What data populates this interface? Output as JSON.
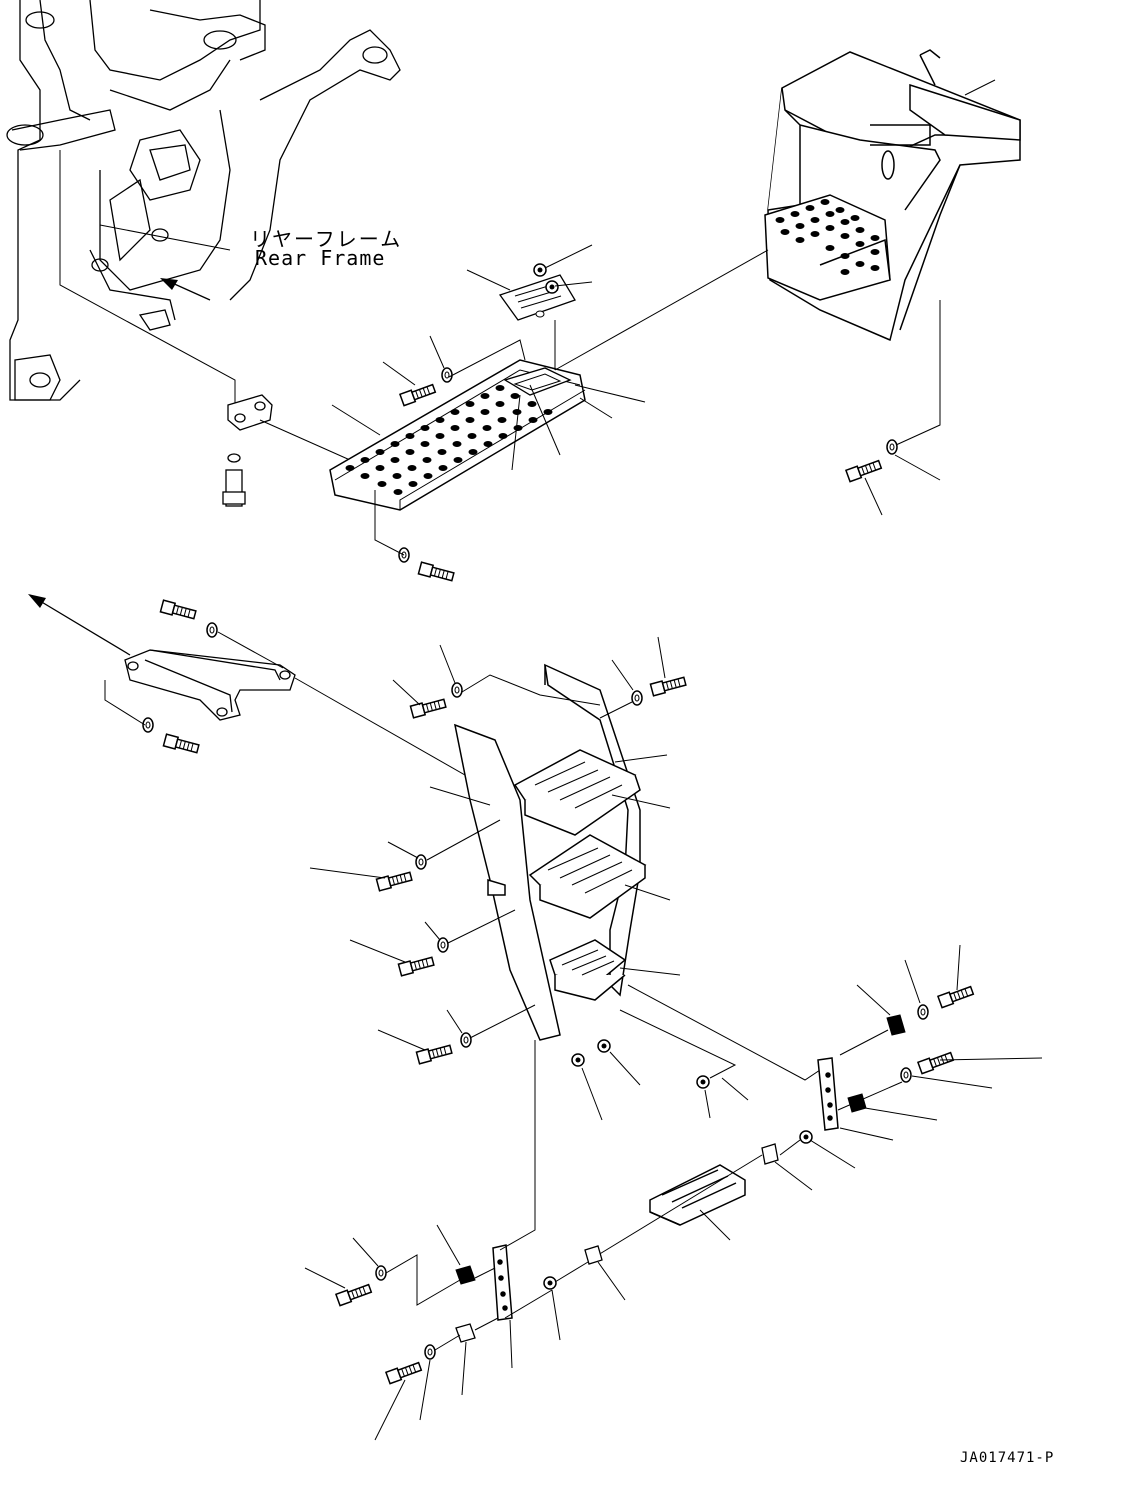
{
  "labels": {
    "rear_frame_jp": "リヤーフレーム",
    "rear_frame_en": "Rear Frame"
  },
  "drawing_number": "JA017471-P",
  "colors": {
    "line": "#000000",
    "background": "#ffffff"
  }
}
